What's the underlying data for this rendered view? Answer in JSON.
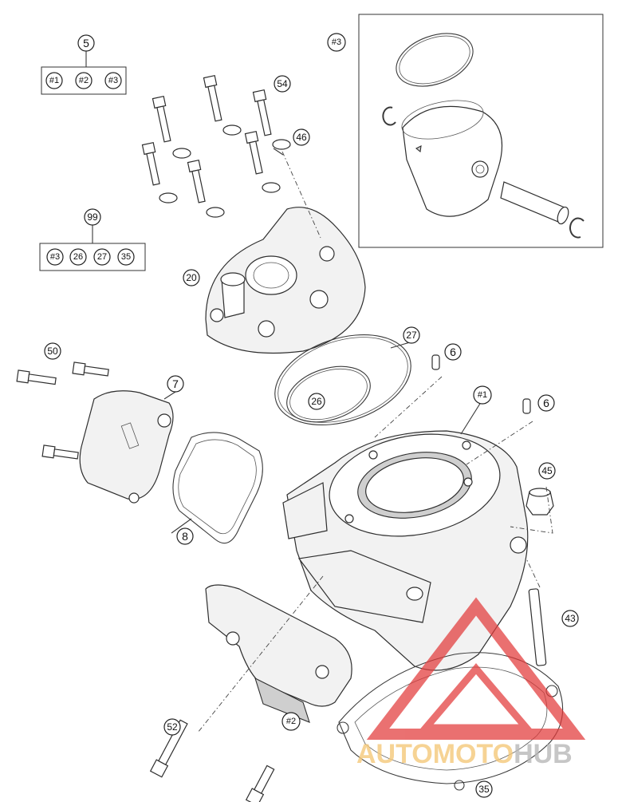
{
  "callouts": {
    "c5": "5",
    "c99": "99",
    "c54": "54",
    "c46": "46",
    "c20": "20",
    "c50": "50",
    "c7": "7",
    "c8": "8",
    "c27": "27",
    "c26": "26",
    "c6a": "6",
    "c6b": "6",
    "c1": "#1",
    "c45": "45",
    "c43": "43",
    "c2": "#2",
    "c52": "52",
    "c35": "35",
    "c3": "#3"
  },
  "kit5": {
    "items": [
      "#1",
      "#2",
      "#3"
    ]
  },
  "kit99": {
    "items": [
      "#3",
      "26",
      "27",
      "35"
    ]
  },
  "watermark": {
    "part1": "AUTOMOTO",
    "part2": "HUB",
    "color1": "#f5c97a",
    "color2": "#b9b9b9",
    "logo_color": "#e23a3a"
  }
}
